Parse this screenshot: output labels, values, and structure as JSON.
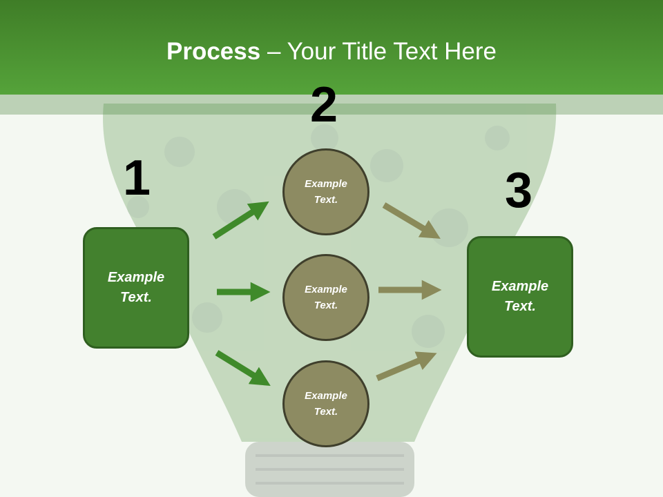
{
  "title": {
    "bold": "Process",
    "rest": " – Your Title Text Here"
  },
  "steps": [
    {
      "number": "1",
      "label": "Example Text."
    },
    {
      "number": "2",
      "items": [
        "Example Text.",
        "Example Text.",
        "Example Text."
      ]
    },
    {
      "number": "3",
      "label": "Example Text."
    }
  ],
  "colors": {
    "header": "#4f9a34",
    "box": "#43812e",
    "circle": "#8d8b62",
    "green_arrow": "#3f8a2a",
    "olive_arrow": "#8a8a5a"
  }
}
